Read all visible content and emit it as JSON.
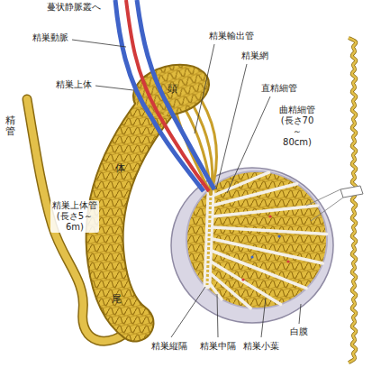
{
  "diagram": {
    "labels": [
      "蔓状静脈叢へ",
      "精巣動脈",
      "精巣輸出管",
      "精巣網",
      "精巣上体",
      "頭",
      "直精細管",
      "曲精細管 (長さ70～80cm)",
      "精管",
      "体",
      "精巣上体管 (長さ5～6m)",
      "尾",
      "精巣縦隔",
      "精巣中隔",
      "精巣小葉",
      "白膜"
    ]
  }
}
